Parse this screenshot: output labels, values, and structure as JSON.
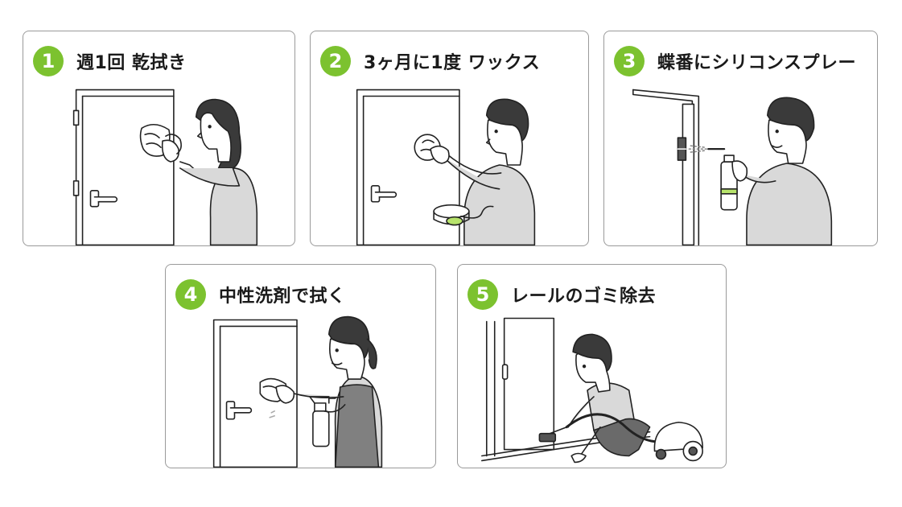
{
  "theme": {
    "accent": "#7cc22f",
    "line": "#222222",
    "skin": "#ffffff",
    "shirt": "#d9d9d9",
    "hair": "#3a3a3a"
  },
  "steps": [
    {
      "number": "1",
      "title": "週1回 乾拭き",
      "icon": "cloth-wiping-door-illustration"
    },
    {
      "number": "2",
      "title": "3ヶ月に1度 ワックス",
      "icon": "waxing-door-illustration"
    },
    {
      "number": "3",
      "title": "蝶番にシリコンスプレー",
      "icon": "hinge-spray-illustration"
    },
    {
      "number": "4",
      "title": "中性洗剤で拭く",
      "icon": "detergent-wiping-illustration"
    },
    {
      "number": "5",
      "title": "レールのゴミ除去",
      "icon": "rail-vacuum-illustration"
    }
  ]
}
